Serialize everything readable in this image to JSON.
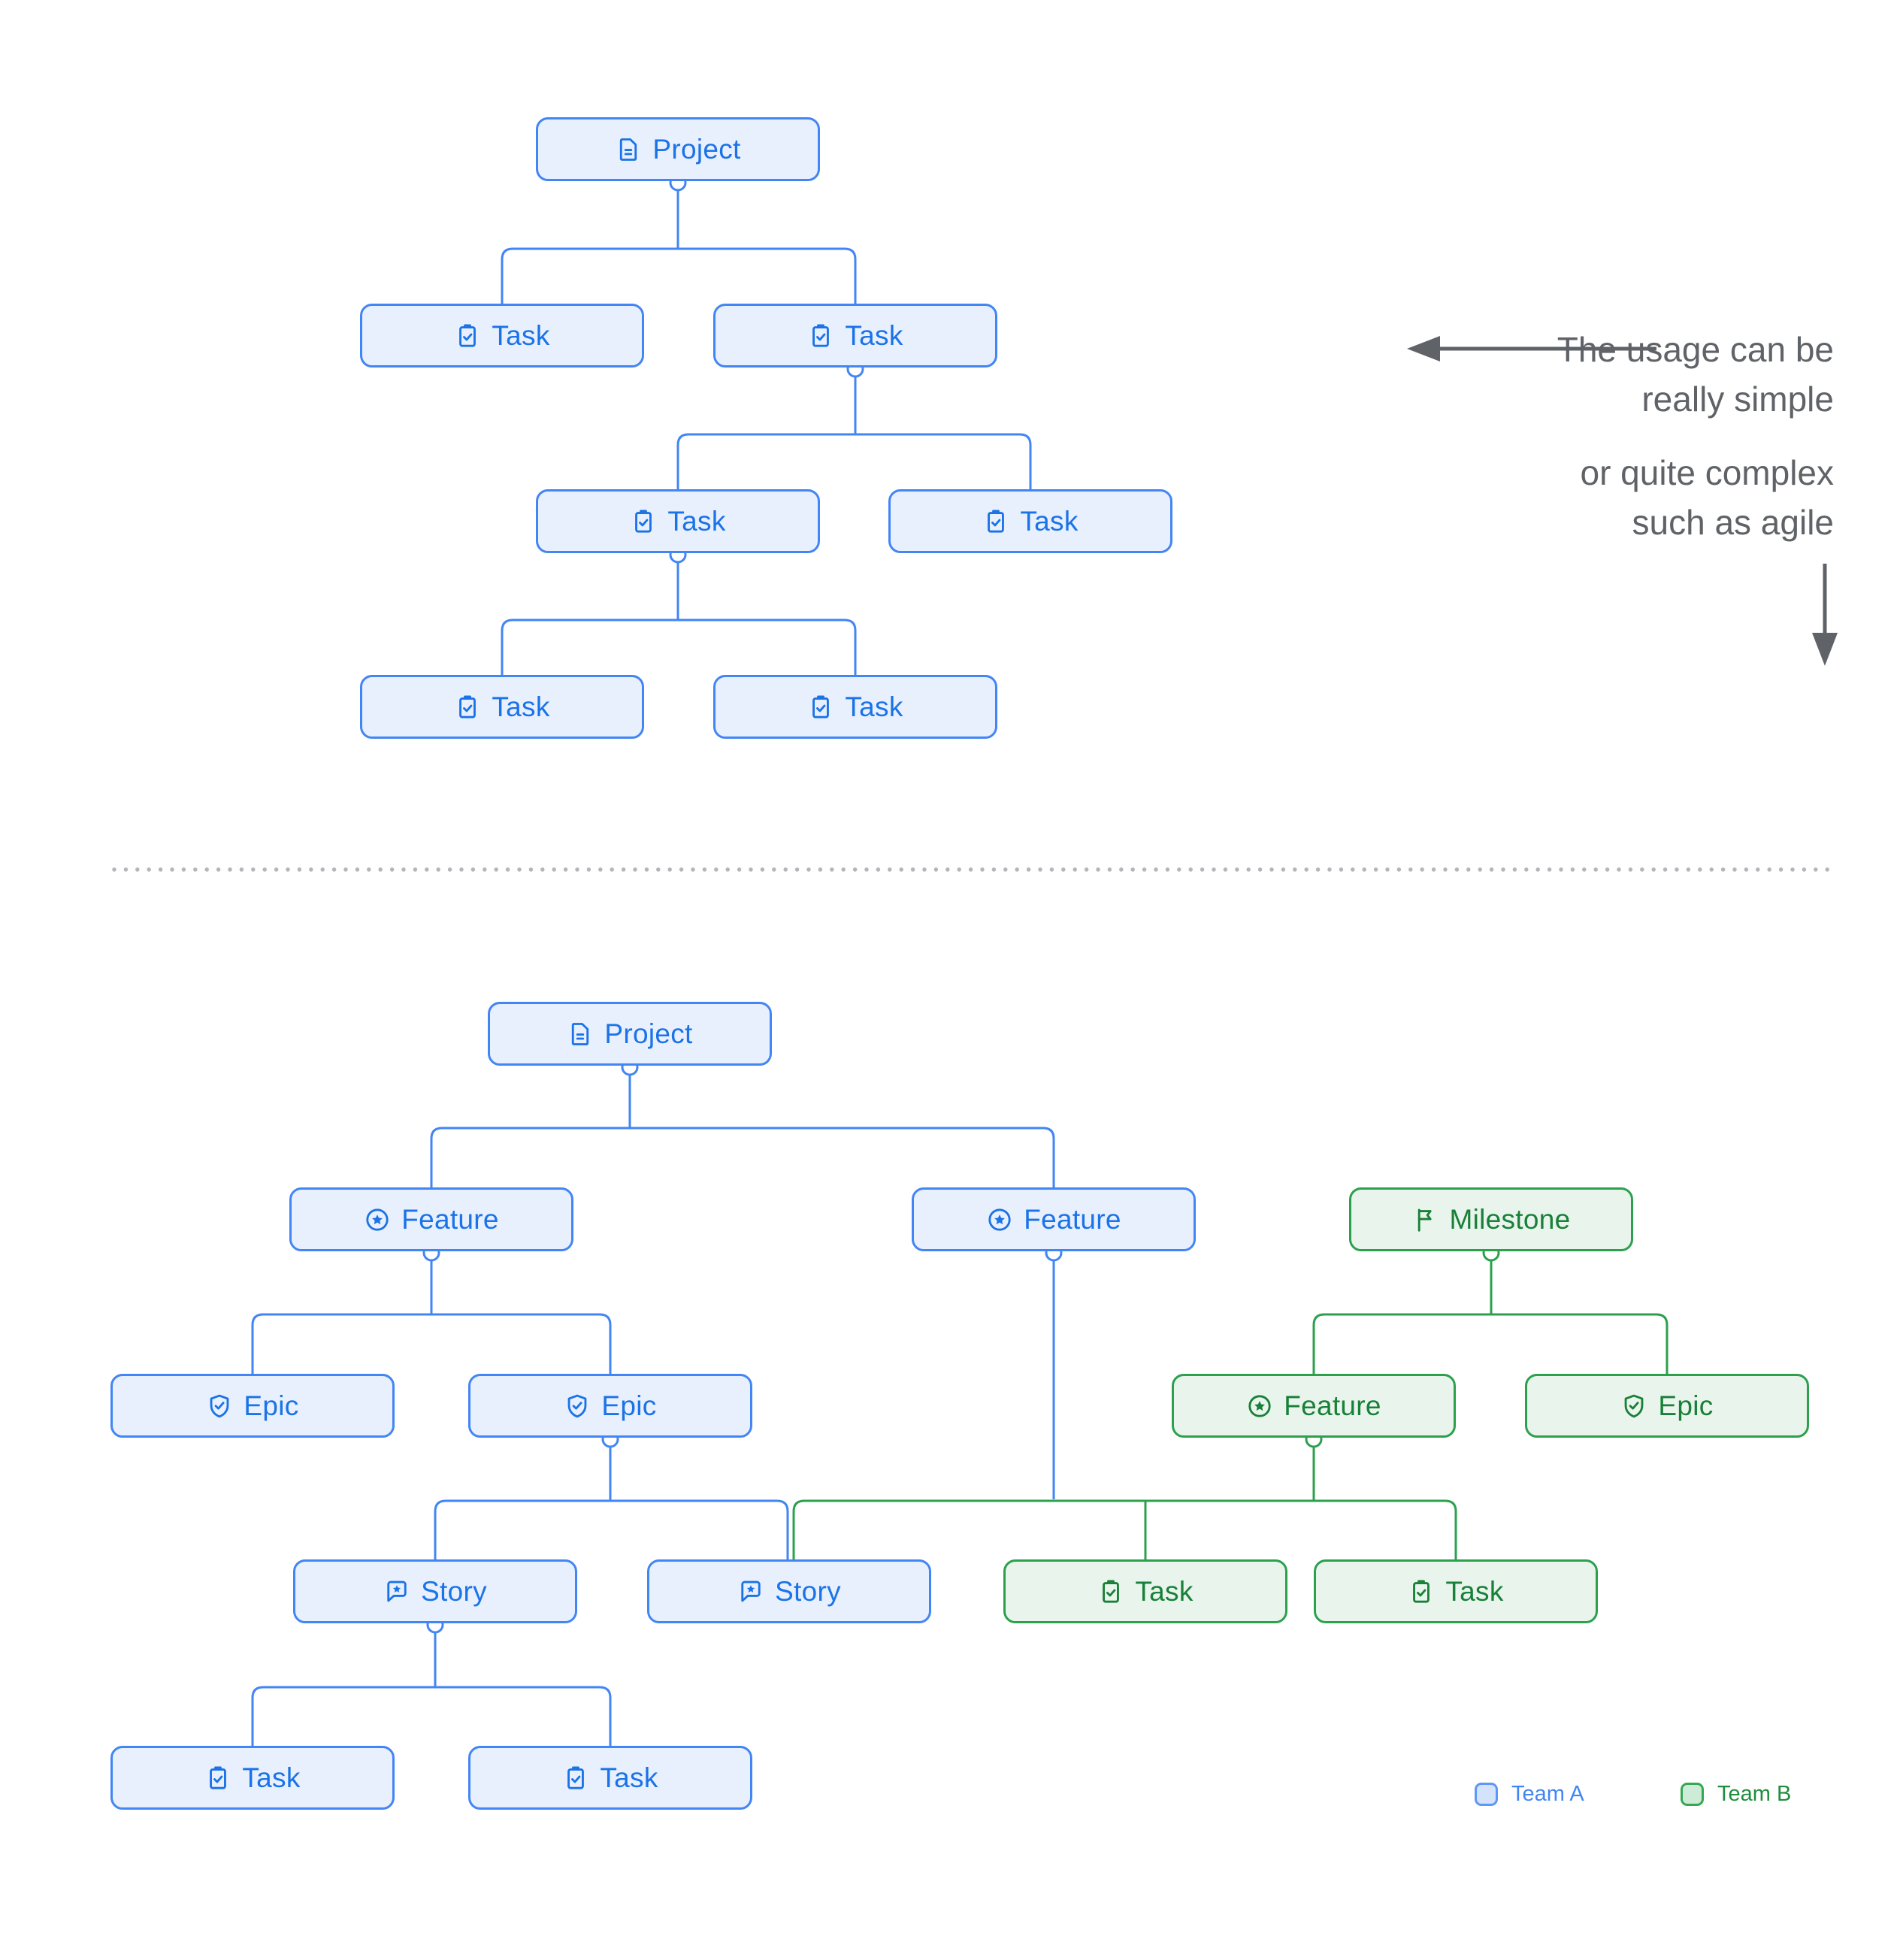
{
  "annotation": {
    "note1_line1": "The usage can be",
    "note1_line2": "really simple",
    "note2_line1": "or quite complex",
    "note2_line2": "such as agile"
  },
  "legend": {
    "team_a": "Team A",
    "team_b": "Team B"
  },
  "colors": {
    "team_a_border": "#4285F4",
    "team_a_fill": "#E9F0FD",
    "team_a_text": "#1A73E8",
    "team_b_border": "#2CA04D",
    "team_b_fill": "#E9F5EC",
    "team_b_text": "#188038",
    "annotation_gray": "#5F6368",
    "divider_gray": "#B3B7BC"
  },
  "simple_tree": {
    "nodes": [
      {
        "id": 0,
        "label": "Project",
        "type": "project",
        "team": "A",
        "parent": null
      },
      {
        "id": 1,
        "label": "Task",
        "type": "task",
        "team": "A",
        "parent": 0
      },
      {
        "id": 2,
        "label": "Task",
        "type": "task",
        "team": "A",
        "parent": 0
      },
      {
        "id": 3,
        "label": "Task",
        "type": "task",
        "team": "A",
        "parent": 2
      },
      {
        "id": 4,
        "label": "Task",
        "type": "task",
        "team": "A",
        "parent": 2
      },
      {
        "id": 5,
        "label": "Task",
        "type": "task",
        "team": "A",
        "parent": 3
      },
      {
        "id": 6,
        "label": "Task",
        "type": "task",
        "team": "A",
        "parent": 3
      }
    ]
  },
  "complex_tree": {
    "nodes": [
      {
        "id": 0,
        "label": "Project",
        "type": "project",
        "team": "A",
        "parent": null
      },
      {
        "id": 1,
        "label": "Feature",
        "type": "feature",
        "team": "A",
        "parent": 0
      },
      {
        "id": 2,
        "label": "Feature",
        "type": "feature",
        "team": "A",
        "parent": 0
      },
      {
        "id": 3,
        "label": "Milestone",
        "type": "milestone",
        "team": "B",
        "parent": null
      },
      {
        "id": 4,
        "label": "Epic",
        "type": "epic",
        "team": "A",
        "parent": 1
      },
      {
        "id": 5,
        "label": "Epic",
        "type": "epic",
        "team": "A",
        "parent": 1
      },
      {
        "id": 6,
        "label": "Feature",
        "type": "feature",
        "team": "B",
        "parent": 3
      },
      {
        "id": 7,
        "label": "Epic",
        "type": "epic",
        "team": "B",
        "parent": 3
      },
      {
        "id": 8,
        "label": "Story",
        "type": "story",
        "team": "A",
        "parent": 5
      },
      {
        "id": 9,
        "label": "Story",
        "type": "story",
        "team": "A",
        "parent": 5
      },
      {
        "id": 10,
        "label": "Task",
        "type": "task",
        "team": "B",
        "parent": 6
      },
      {
        "id": 11,
        "label": "Task",
        "type": "task",
        "team": "B",
        "parent": 6
      },
      {
        "id": 12,
        "label": "Task",
        "type": "task",
        "team": "A",
        "parent": 8
      },
      {
        "id": 13,
        "label": "Task",
        "type": "task",
        "team": "A",
        "parent": 8
      }
    ],
    "shared_bus": {
      "parents": [
        2,
        6
      ],
      "children": [
        9,
        10,
        11
      ]
    }
  }
}
